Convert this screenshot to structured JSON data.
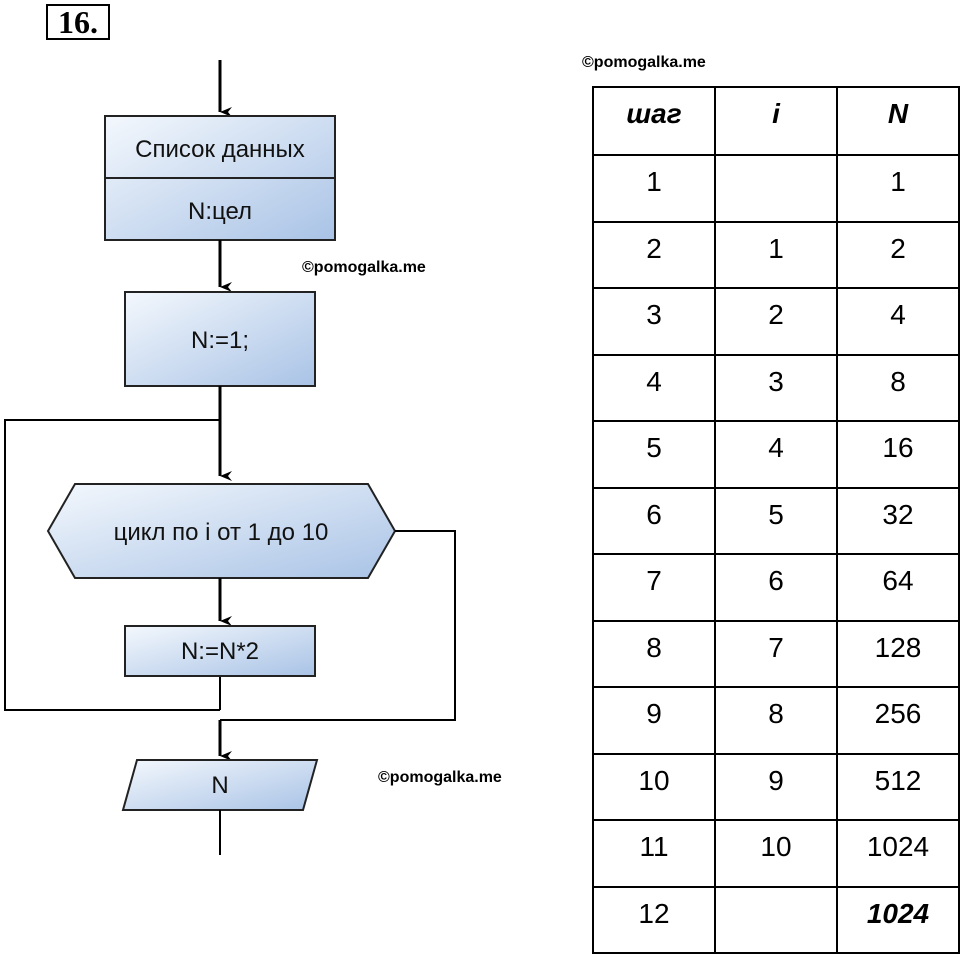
{
  "task_number": "16.",
  "watermark": "©pomogalka.me",
  "flowchart": {
    "data_list_title": "Список данных",
    "data_list_decl": "N:цел",
    "assign_init": "N:=1;",
    "loop_header": "цикл по i от 1 до 10",
    "loop_body": "N:=N*2",
    "output": "N"
  },
  "colors": {
    "block_fill_light": "#f4f8fd",
    "block_fill_dark": "#a9c3e6",
    "block_stroke": "#222222"
  },
  "table": {
    "headers": [
      "шаг",
      "i",
      "N"
    ],
    "rows": [
      [
        "1",
        "",
        "1"
      ],
      [
        "2",
        "1",
        "2"
      ],
      [
        "3",
        "2",
        "4"
      ],
      [
        "4",
        "3",
        "8"
      ],
      [
        "5",
        "4",
        "16"
      ],
      [
        "6",
        "5",
        "32"
      ],
      [
        "7",
        "6",
        "64"
      ],
      [
        "8",
        "7",
        "128"
      ],
      [
        "9",
        "8",
        "256"
      ],
      [
        "10",
        "9",
        "512"
      ],
      [
        "11",
        "10",
        "1024"
      ],
      [
        "12",
        "",
        "1024"
      ]
    ]
  }
}
